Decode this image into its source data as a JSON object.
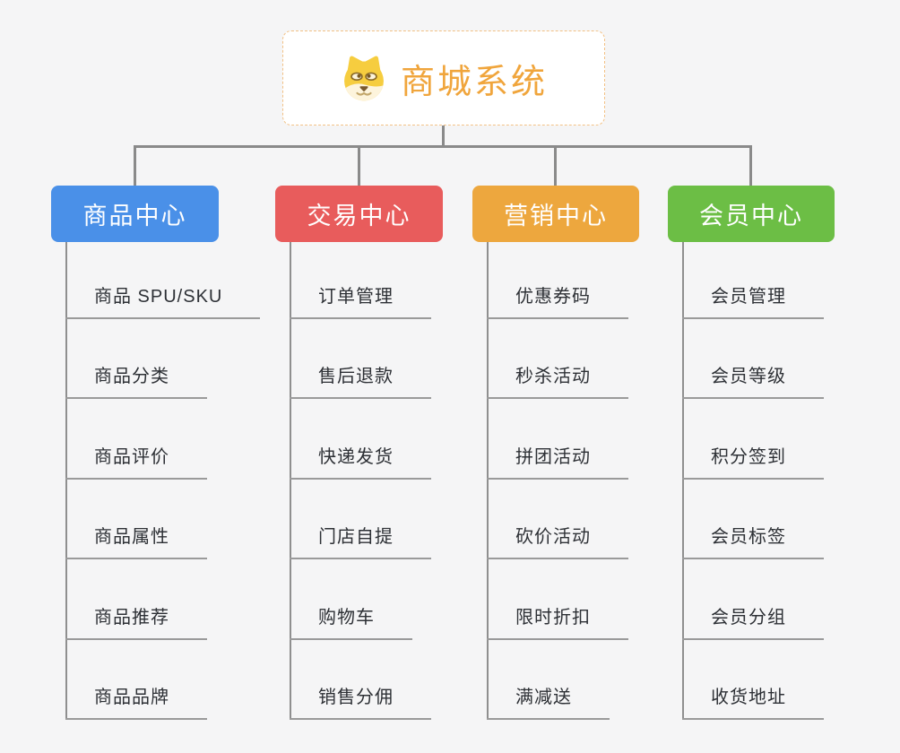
{
  "root": {
    "title": "商城系统",
    "icon": "doge-icon"
  },
  "branches": [
    {
      "id": "product-center",
      "label": "商品中心",
      "color": "#4a90e8",
      "children": [
        "商品 SPU/SKU",
        "商品分类",
        "商品评价",
        "商品属性",
        "商品推荐",
        "商品品牌"
      ]
    },
    {
      "id": "trade-center",
      "label": "交易中心",
      "color": "#e85c5c",
      "children": [
        "订单管理",
        "售后退款",
        "快递发货",
        "门店自提",
        "购物车",
        "销售分佣"
      ]
    },
    {
      "id": "marketing-center",
      "label": "营销中心",
      "color": "#eda73e",
      "children": [
        "优惠券码",
        "秒杀活动",
        "拼团活动",
        "砍价活动",
        "限时折扣",
        "满减送"
      ]
    },
    {
      "id": "member-center",
      "label": "会员中心",
      "color": "#6cbe45",
      "children": [
        "会员管理",
        "会员等级",
        "积分签到",
        "会员标签",
        "会员分组",
        "收货地址"
      ]
    }
  ],
  "palette": {
    "canvas_background": "#f5f5f6",
    "root_background": "#ffffff",
    "root_border": "#f2c185",
    "root_title_color": "#f0a53c",
    "connector_color": "#8a8a8a",
    "leaf_underline_color": "#9a9a9a",
    "leaf_text_color": "#2d3035"
  }
}
